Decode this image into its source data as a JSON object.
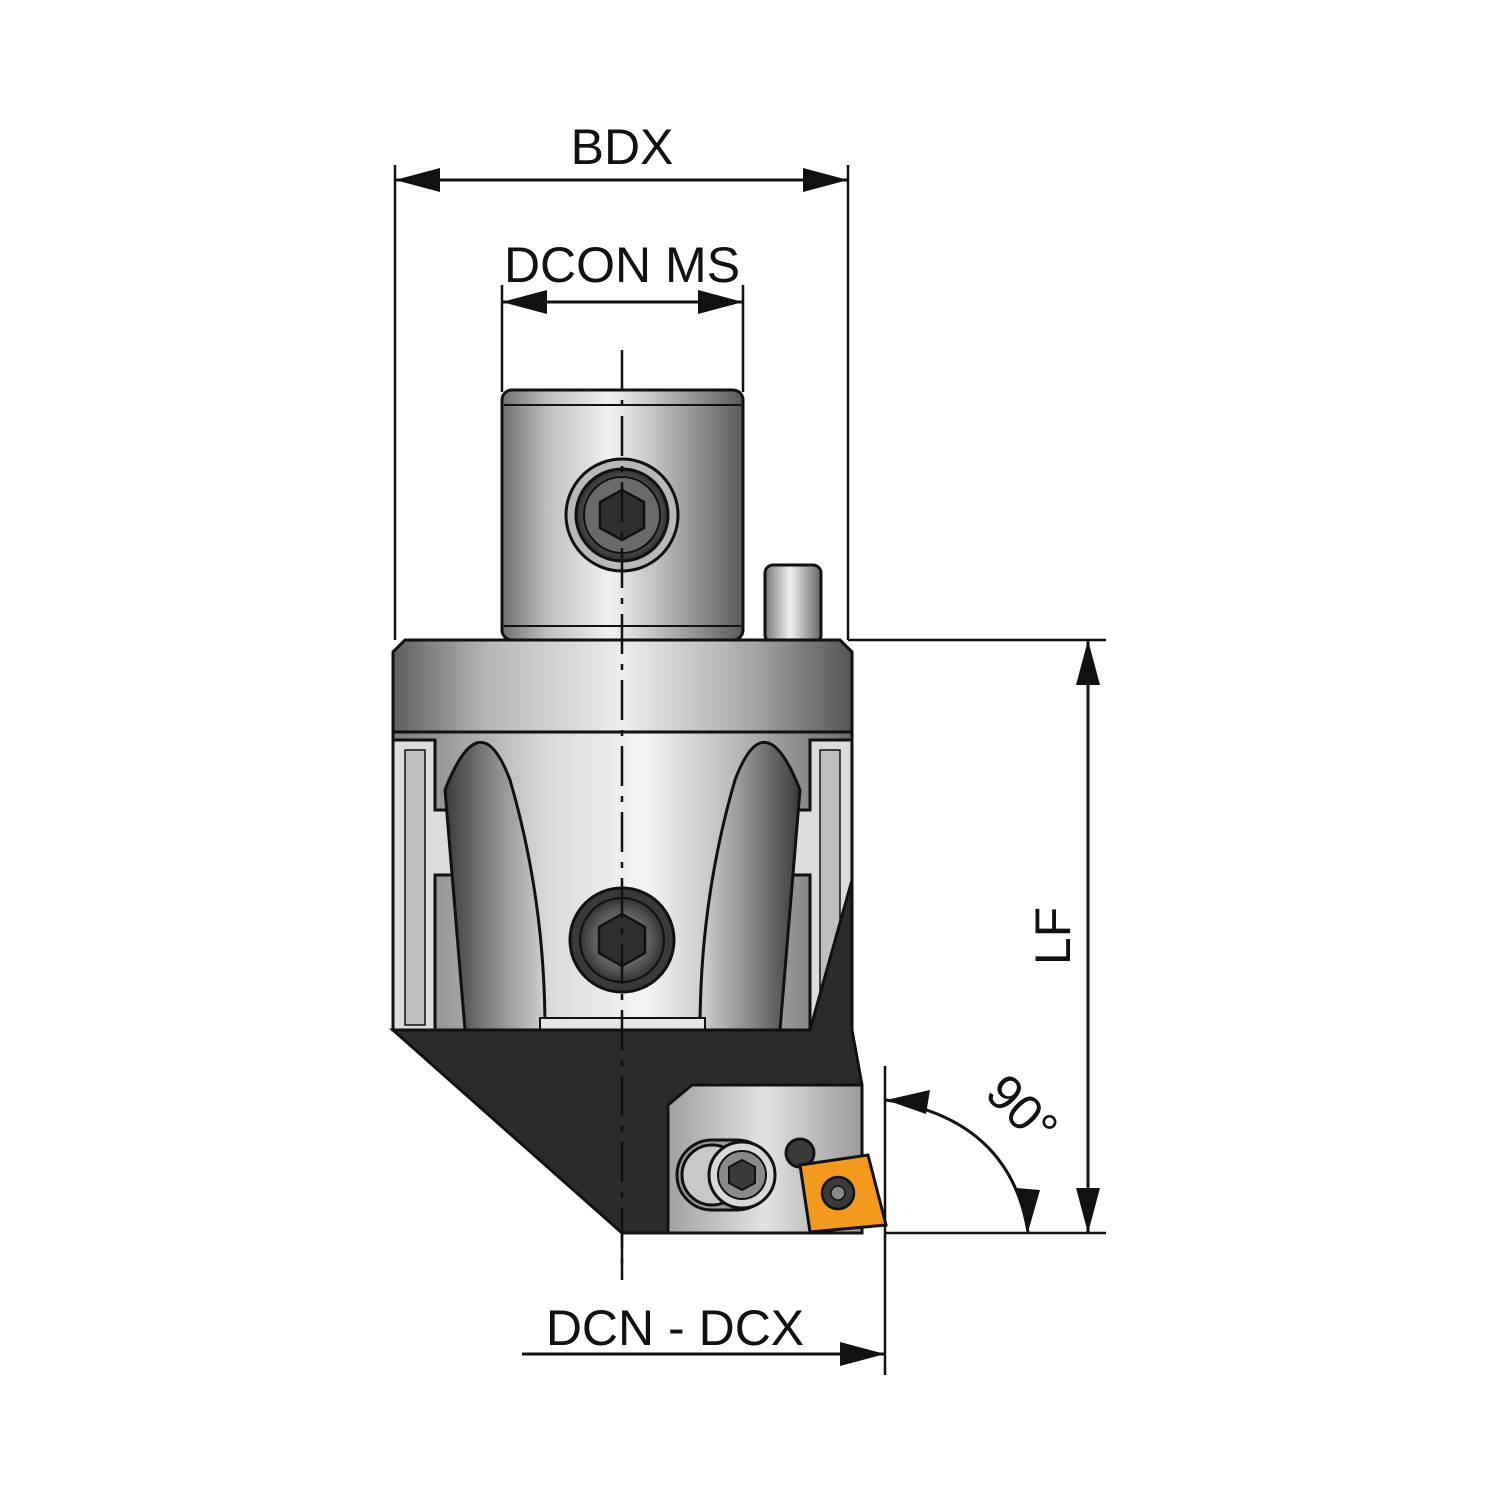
{
  "dimensions": {
    "bdx": "BDX",
    "dcon_ms": "DCON MS",
    "lf": "LF",
    "angle": "90°",
    "dcn_dcx": "DCN - DCX"
  },
  "colors": {
    "outline": "#111111",
    "body_dark": "#2b2b2b",
    "steel_light": "#e6e6e6",
    "steel_mid": "#9a9a9a",
    "steel_dark": "#4a4a4a",
    "insert_orange": "#f39a1e"
  }
}
